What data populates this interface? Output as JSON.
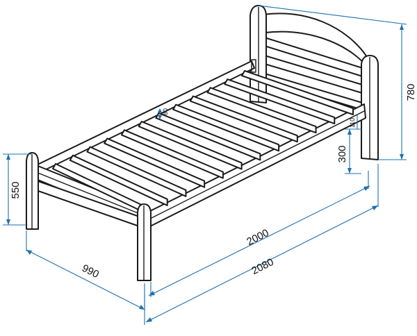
{
  "diagram": {
    "stroke_color": "#1a1a1a",
    "dimension_color": "#1c6fb0",
    "dimensions": {
      "head_height": "780",
      "foot_height": "550",
      "inner_length": "2000",
      "outer_length": "2080",
      "width": "990",
      "clearance": "300",
      "rail_height": "110",
      "slat_gap": "80"
    }
  }
}
